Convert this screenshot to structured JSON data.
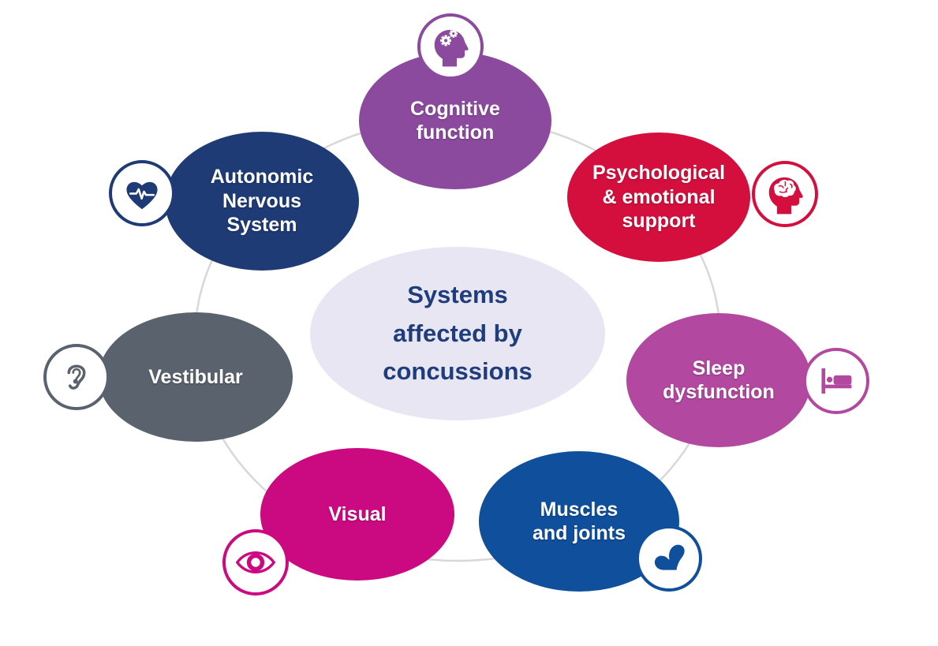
{
  "background": "#ffffff",
  "ring_color": "#d8d8d8",
  "center": {
    "title": "Systems\naffected by\nconcussions",
    "fill": "#e8e6f2",
    "text_color": "#1f3d7d"
  },
  "nodes": [
    {
      "id": "cognitive-function",
      "label": "Cognitive\nfunction",
      "color": "#8c4a9e",
      "icon": "head-gears-icon"
    },
    {
      "id": "psychological-emotional-support",
      "label": "Psychological\n& emotional\nsupport",
      "color": "#d50f3d",
      "icon": "head-brain-icon"
    },
    {
      "id": "sleep-dysfunction",
      "label": "Sleep\ndysfunction",
      "color": "#b248a0",
      "icon": "bed-icon"
    },
    {
      "id": "muscles-and-joints",
      "label": "Muscles\nand joints",
      "color": "#0f4f9c",
      "icon": "bicep-icon"
    },
    {
      "id": "visual",
      "label": "Visual",
      "color": "#cb0980",
      "icon": "eye-icon"
    },
    {
      "id": "vestibular",
      "label": "Vestibular",
      "color": "#59626d",
      "icon": "ear-icon"
    },
    {
      "id": "autonomic-nervous-system",
      "label": "Autonomic\nNervous\nSystem",
      "color": "#1e3b76",
      "icon": "heart-pulse-icon"
    }
  ]
}
